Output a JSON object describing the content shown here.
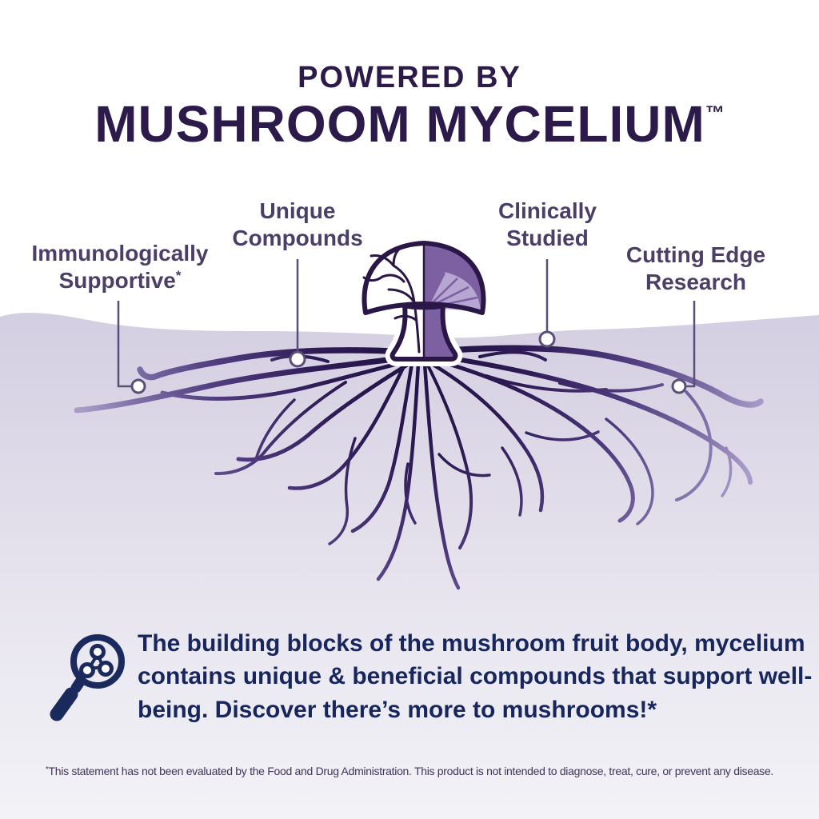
{
  "colors": {
    "title_purple": "#2c1a4a",
    "callout_purple": "#4b3e67",
    "body_navy": "#17265d",
    "footer_purple": "#413459",
    "ground_lavender": "#d3cee1",
    "root_dark": "#201143",
    "root_light": "#a99cc9",
    "mushroom_purple": "#7c60a2",
    "gill_lavender": "#b7a6d1",
    "outline_dark": "#2a1747"
  },
  "header": {
    "kicker": "POWERED BY",
    "title": "MUSHROOM MYCELIUM",
    "trademark": "™"
  },
  "callouts": [
    {
      "line1": "Immunologically",
      "line2": "Supportive",
      "sup": "*"
    },
    {
      "line1": "Unique",
      "line2": "Compounds",
      "sup": ""
    },
    {
      "line1": "Clinically",
      "line2": "Studied",
      "sup": ""
    },
    {
      "line1": "Cutting Edge",
      "line2": "Research",
      "sup": ""
    }
  ],
  "description": {
    "icon": "magnifier-molecule-icon",
    "pre_bold": "The building blocks of the mushroom fruit body, ",
    "bold": "mycelium",
    "post_bold": " contains unique & beneficial compounds that support well-being. Discover there’s more to mushrooms!*"
  },
  "disclaimer": {
    "sup": "*",
    "text": "This statement has not been evaluated by the Food and Drug Administration. This product is not intended to diagnose, treat, cure, or prevent any disease."
  }
}
